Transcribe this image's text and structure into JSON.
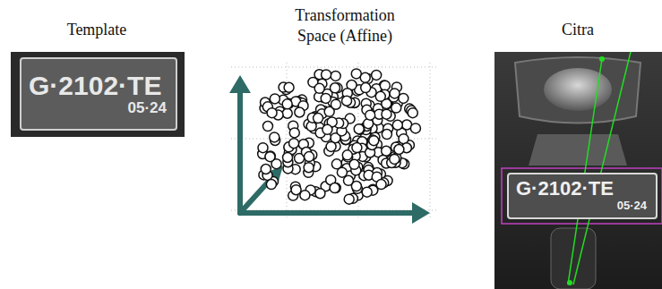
{
  "diagram": {
    "nodes": [
      {
        "text": [
          "G·2102·TE",
          "05·24"
        ]
      },
      {
        "text": [
          "G·2102·TE",
          "05·24"
        ]
      }
    ],
    "labels": [
      "Template",
      "Transformation Space (Affine)",
      "Citra"
    ]
  }
}
